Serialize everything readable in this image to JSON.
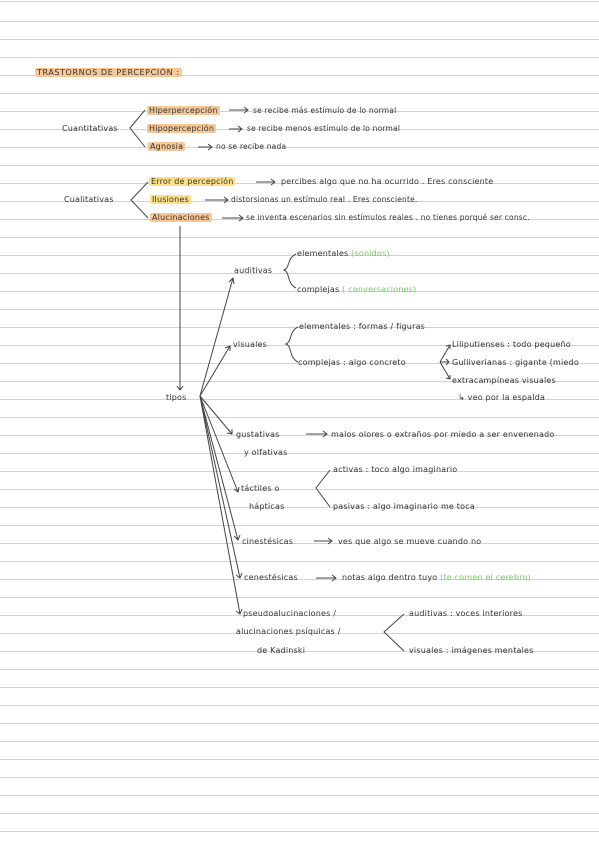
{
  "title": "TRASTORNOS DE PERCEPCIÓN :",
  "cuantitativas": {
    "label": "Cuantitativas",
    "items": [
      {
        "term": "Hiperpercepción",
        "desc": "se recibe más estímulo de lo normal"
      },
      {
        "term": "Hipopercepción",
        "desc": "se recibe menos estímulo de lo normal"
      },
      {
        "term": "Agnosia",
        "desc": "no se recibe nada"
      }
    ]
  },
  "cualitativas": {
    "label": "Cualitativas",
    "items": [
      {
        "term": "Error de percepción",
        "desc": "percibes algo que no ha ocurrido . Eres consciente"
      },
      {
        "term": "Ilusiones",
        "desc": "distorsionas un estímulo real . Eres consciente."
      },
      {
        "term": "Alucinaciones",
        "desc": "se inventa escenarios sin estímulos reales . no tienes porqué ser consc."
      }
    ]
  },
  "tipos": {
    "label": "tipos",
    "auditivas": {
      "label": "auditivas",
      "elementales": "elementales",
      "elementales_note": "(sonidos)",
      "complejas": "complejas",
      "complejas_note": "( conversaciones)"
    },
    "visuales": {
      "label": "visuales",
      "elementales": "elementales : formas / figuras",
      "complejas": "complejas : algo concreto",
      "sub": [
        "Liliputienses : todo pequeño",
        "Gulliverianas : gigante (miedo",
        "extracampíneas visuales",
        "↳ veo por la espalda"
      ]
    },
    "gustativas": {
      "line1": "gustativas",
      "line2": "y olfativas",
      "desc": "malos olores o extraños por miedo a ser envenenado"
    },
    "tactiles": {
      "line1": "táctiles o",
      "line2": "hápticas",
      "activas": "activas : toco algo imaginario",
      "pasivas": "pasivas : algo imaginario me toca"
    },
    "cinestesicas": {
      "label": "cinestésicas",
      "desc": "ves que algo se mueve cuando no"
    },
    "cenestesicas": {
      "label": "cenestésicas",
      "desc": "notas algo dentro tuyo",
      "note": "(te comen el cerebro)"
    },
    "pseudo": {
      "line1": "pseudoalucinaciones /",
      "line2": "alucinaciones psíquicas /",
      "line3": "de Kadinski",
      "auditivas": "auditivas : voces interiores",
      "visuales": "visuales : imágenes mentales"
    }
  },
  "colors": {
    "highlight_orange": "#f7c796",
    "highlight_yellow": "#fbe089",
    "green_note": "#7cc46c"
  }
}
